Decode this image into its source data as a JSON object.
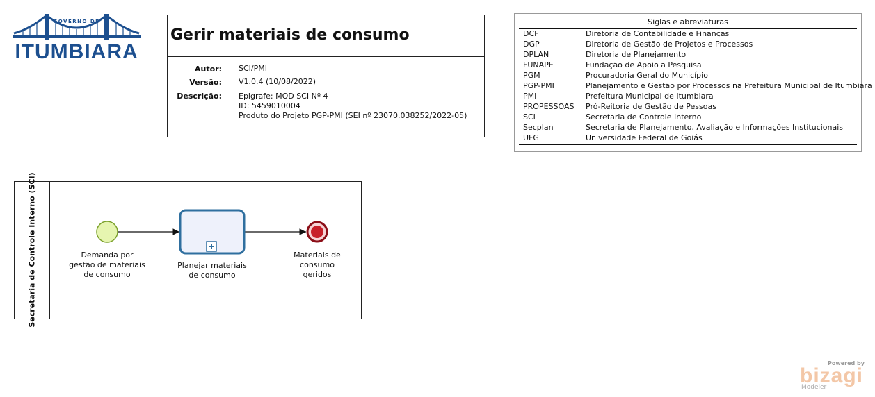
{
  "logo": {
    "small_text": "GOVERNO DE",
    "big_text": "ITUMBIARA",
    "icon": "bridge-icon",
    "color": "#1c4f8f"
  },
  "process": {
    "title": "Gerir materiais de consumo",
    "author_label": "Autor:",
    "author": "SCI/PMI",
    "version_label": "Versão:",
    "version": "V1.0.4 (10/08/2022)",
    "description_label": "Descrição:",
    "description_lines": [
      "Epigrafe: MOD SCI Nº 4",
      "ID: 5459010004",
      "Produto do Projeto PGP-PMI (SEI nº 23070.038252/2022-05)"
    ]
  },
  "acronyms": {
    "title": "Siglas e abreviaturas",
    "items": [
      {
        "key": "DCF",
        "value": "Diretoria de Contabilidade e Finanças"
      },
      {
        "key": "DGP",
        "value": "Diretoria de Gestão de Projetos e Processos"
      },
      {
        "key": "DPLAN",
        "value": "Diretoria de Planejamento"
      },
      {
        "key": "FUNAPE",
        "value": "Fundação de Apoio a Pesquisa"
      },
      {
        "key": "PGM",
        "value": "Procuradoria Geral do Município"
      },
      {
        "key": "PGP-PMI",
        "value": "Planejamento e Gestão por Processos na Prefeitura Municipal de Itumbiara"
      },
      {
        "key": "PMI",
        "value": "Prefeitura Municipal de Itumbiara"
      },
      {
        "key": "PROPESSOAS",
        "value": "Pró-Reitoria de Gestão de Pessoas"
      },
      {
        "key": "SCI",
        "value": "Secretaria de Controle Interno"
      },
      {
        "key": "Secplan",
        "value": "Secretaria de Planejamento, Avaliação e Informações Institucionais"
      },
      {
        "key": "UFG",
        "value": "Universidade Federal de Goiás"
      }
    ]
  },
  "diagram": {
    "lane": "Secretaria de Controle Interno (SCI)",
    "start_event": {
      "label_lines": [
        "Demanda por",
        "gestão de materiais",
        "de consumo"
      ],
      "fill": "#e6f5b0",
      "stroke": "#7aa02a"
    },
    "subprocess": {
      "label_lines": [
        "Planejar materiais",
        "de consumo"
      ],
      "fill": "#eef1fb",
      "stroke": "#2f6f9f"
    },
    "end_event": {
      "label_lines": [
        "Materiais de",
        "consumo",
        "geridos"
      ],
      "fill": "#c8202a",
      "stroke": "#8c0f18"
    }
  },
  "watermark": {
    "powered": "Powered by",
    "brand": "bizagi",
    "sub": "Modeler"
  }
}
